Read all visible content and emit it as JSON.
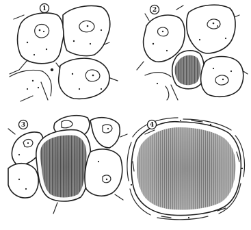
{
  "panels": [
    {
      "label": "1"
    },
    {
      "label": "2"
    },
    {
      "label": "3"
    },
    {
      "label": "4"
    }
  ],
  "colors": {
    "ink": "#1f1f1f",
    "fat_dark": "#4a4a4a",
    "fat_light": "#a8a8a8",
    "background": "#ffffff"
  },
  "icons": [
    "numbered-circle-label"
  ]
}
